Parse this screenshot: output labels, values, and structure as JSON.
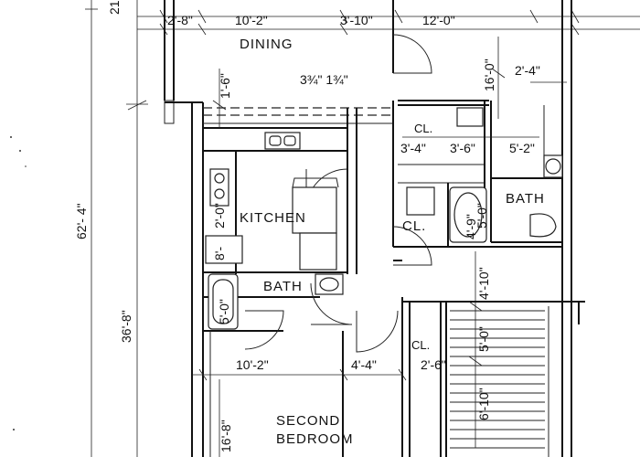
{
  "rooms": {
    "dining": "DINING",
    "kitchen": "KITCHEN",
    "bath_center": "BATH",
    "bath_right": "BATH",
    "closet": "CL.",
    "closet_upper": "CL.",
    "closet_lower": "CL.",
    "second_bedroom_line1": "SECOND",
    "second_bedroom_line2": "BEDROOM"
  },
  "dimensions": {
    "top_partial": "21",
    "top_2_8": "2'-8\"",
    "top_10_2": "10'-2\"",
    "top_3_10": "3'-10\"",
    "top_12_0": "12'-0\"",
    "dining_1_6": "1'-6\"",
    "dining_3_3_4": "3¾\" 1¾\"",
    "right_16_0": "16'-0\"",
    "right_2_4": "2'-4\"",
    "closet_3_4": "3'-4\"",
    "closet_3_6": "3'-6\"",
    "bath_5_2": "5'-2\"",
    "kitchen_2_0": "2'-0\"",
    "kitchen_8": "8'-",
    "bath_tub_5_0": "5'-0\"",
    "cl_5_0": "5'-0\"",
    "bath_4_9": "4'-9\"",
    "hall_4_10": "4'-10\"",
    "hall_5_0": "5'-0\"",
    "bedroom_10_2": "10'-2\"",
    "bedroom_4_4": "4'-4\"",
    "bedroom_2_6": "2'-6\"",
    "stair_6_10": "6'-10\"",
    "bedroom_16_8": "16'-8\"",
    "overall_62_4": "62'- 4\"",
    "overall_36_8": "36'-8\""
  }
}
